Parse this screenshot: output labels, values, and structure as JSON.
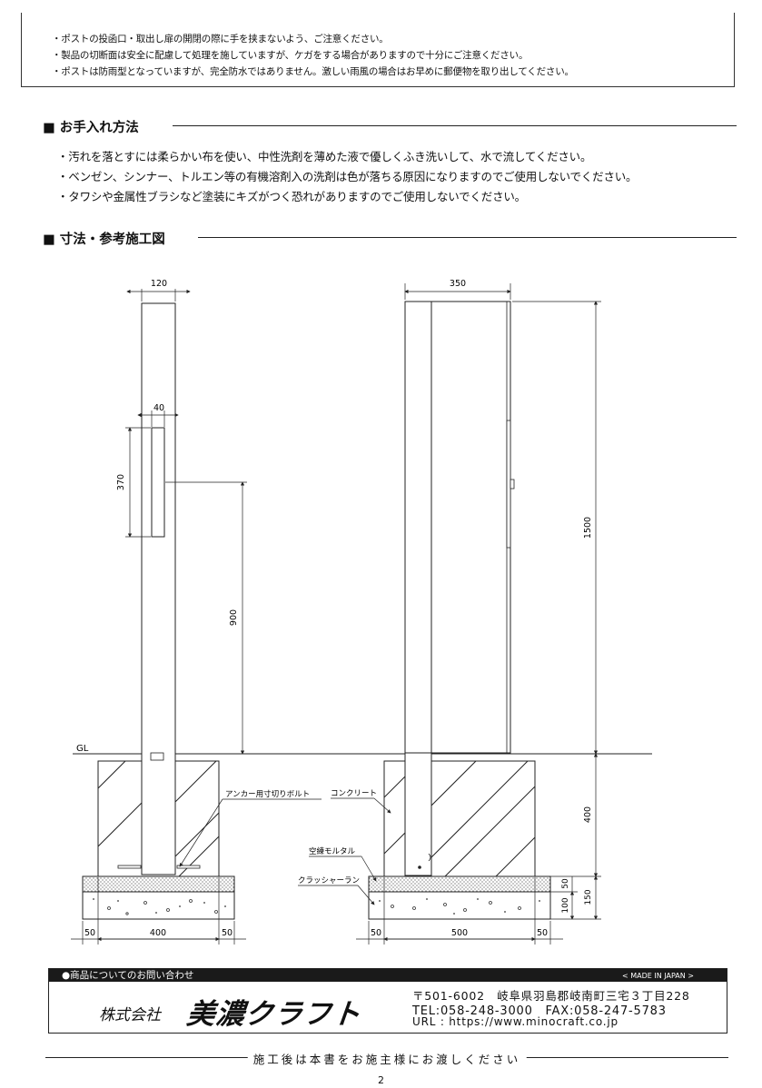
{
  "caution": {
    "lines": [
      "・ポストの投函口・取出し扉の開閉の際に手を挟まないよう、ご注意ください。",
      "・製品の切断面は安全に配慮して処理を施していますが、ケガをする場合がありますので十分にご注意ください。",
      "・ポストは防雨型となっていますが、完全防水ではありません。激しい雨風の場合はお早めに郵便物を取り出してください。"
    ]
  },
  "care": {
    "heading": "■ お手入れ方法",
    "lines": [
      "・汚れを落とすには柔らかい布を使い、中性洗剤を薄めた液で優しくふき洗いして、水で流してください。",
      "・ベンゼン、シンナー、トルエン等の有機溶剤入の洗剤は色が落ちる原因になりますのでご使用しないでください。",
      "・タワシや金属性ブラシなど塗装にキズがつく恐れがありますのでご使用しないでください。"
    ]
  },
  "drawing": {
    "heading": "■ 寸法・参考施工図",
    "gl_label": "GL",
    "left_view": {
      "dim_width_top": "120",
      "dim_thickness": "40",
      "dim_box_height": "370",
      "dim_height": "900",
      "dim_base_left": "50",
      "dim_base_width": "400",
      "dim_base_right": "50",
      "label_anchor": "アンカー用寸切りボルト"
    },
    "right_view": {
      "dim_width_top": "350",
      "dim_height": "1500",
      "dim_depth": "400",
      "dim_mortar": "50",
      "dim_crusher": "100",
      "dim_total_base": "150",
      "dim_base_left": "50",
      "dim_base_width": "500",
      "dim_base_right": "50",
      "label_concrete": "コンクリート",
      "label_mortar": "空練モルタル",
      "label_crusher": "クラッシャーラン"
    }
  },
  "footer": {
    "contact_title": "●商品についてのお問い合わせ",
    "made_in": "< MADE IN JAPAN >",
    "company_prefix": "株式会社",
    "company_name": "美濃クラフト",
    "address": "〒501-6002　岐阜県羽島郡岐南町三宅３丁目228",
    "tel_fax": "TEL:058-248-3000　FAX:058-247-5783",
    "url": "URL : https://www.minocraft.co.jp",
    "closing": "施工後は本書をお施主様にお渡しください",
    "page_number": "2"
  }
}
